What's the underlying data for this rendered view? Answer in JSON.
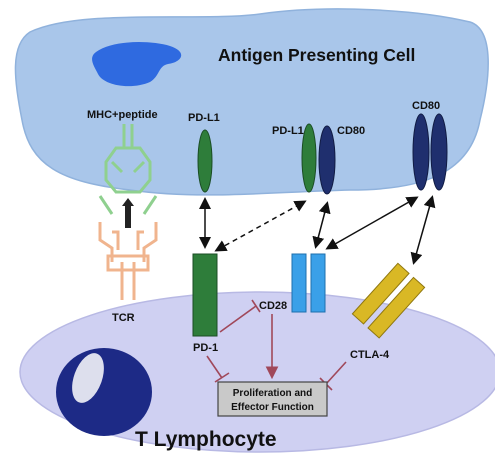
{
  "cells": {
    "apc_label": "Antigen Presenting Cell",
    "t_cell_label": "T Lymphocyte"
  },
  "molecules": {
    "mhc_label": "MHC+peptide",
    "tcr_label": "TCR",
    "pdl1_left_label": "PD-L1",
    "pdl1_mid_label": "PD-L1",
    "cd80_mid_label": "CD80",
    "cd80_right_label": "CD80",
    "pd1_label": "PD-1",
    "cd28_label": "CD28",
    "ctla4_label": "CTLA-4"
  },
  "outcome_box": {
    "line1": "Proliferation and",
    "line2": "Effector Function"
  },
  "colors": {
    "apc_fill": "#a9c6ea",
    "apc_nucleus": "#2f6ae0",
    "t_cell_fill": "#cfd0f2",
    "t_cell_nucleus": "#1d2a86",
    "pdl1": "#2e7d3a",
    "pd1": "#2e7d3a",
    "cd80": "#1f2f6e",
    "cd28": "#3aa0e8",
    "ctla4": "#d9b825",
    "tcr": "#f0b48e",
    "mhc": "#8fd08f",
    "inhibit_line": "#a0485a",
    "outcome_box_fill": "#c9c9c9"
  },
  "icons": [
    "apc-nucleus-icon",
    "t-cell-nucleus-icon",
    "mhc-peptide-icon",
    "tcr-icon"
  ]
}
